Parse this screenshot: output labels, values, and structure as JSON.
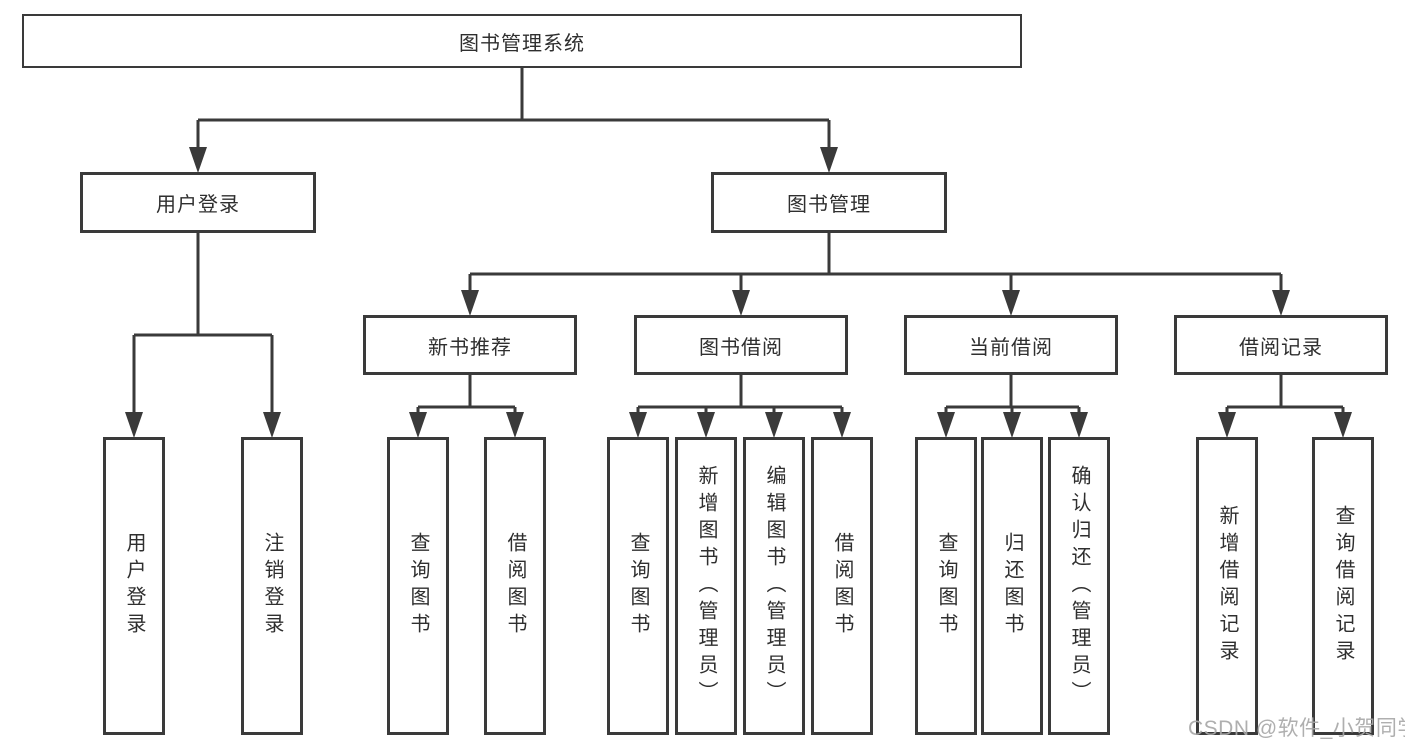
{
  "diagram": {
    "root": "图书管理系统",
    "level2": {
      "user_login": "用户登录",
      "book_management": "图书管理"
    },
    "level3": {
      "new_book_recommend": "新书推荐",
      "book_borrow": "图书借阅",
      "current_borrow": "当前借阅",
      "borrow_records": "借阅记录"
    },
    "leaves": {
      "user_login": [
        "用户登录",
        "注销登录"
      ],
      "new_book_recommend": [
        "查询图书",
        "借阅图书"
      ],
      "book_borrow": [
        "查询图书",
        "新增图书（管理员）",
        "编辑图书（管理员）",
        "借阅图书"
      ],
      "current_borrow": [
        "查询图书",
        "归还图书",
        "确认归还（管理员）"
      ],
      "borrow_records": [
        "新增借阅记录",
        "查询借阅记录"
      ]
    },
    "colors": {
      "line": "#3a3a3a",
      "box_border": "#3a3a3a",
      "box_fill": "#ffffff",
      "text": "#2f2f2f",
      "watermark": "#a8a8a8"
    },
    "watermark": "CSDN @软件_小贺同学"
  }
}
